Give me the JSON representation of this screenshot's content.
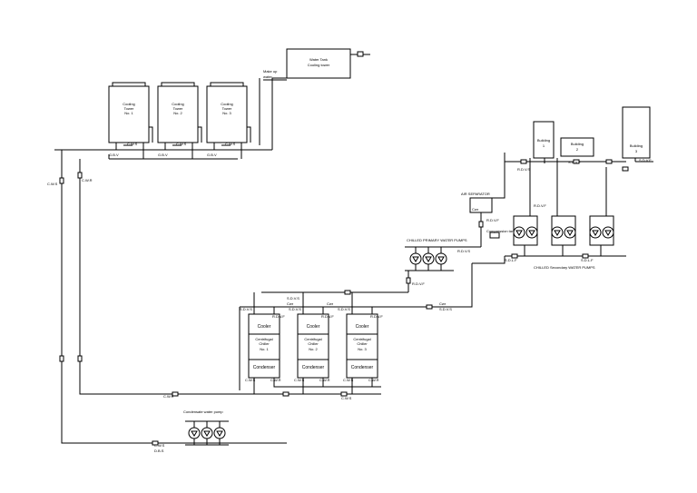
{
  "cooling_towers": [
    {
      "line1": "Cooling",
      "line2": "Tower",
      "line3": "No. 1",
      "supply_tag": "C.W.S",
      "valve_tag": "G.B.V"
    },
    {
      "line1": "Cooling",
      "line2": "Tower",
      "line3": "No. 2",
      "supply_tag": "C.W.S",
      "valve_tag": "G.B.V"
    },
    {
      "line1": "Cooling",
      "line2": "Tower",
      "line3": "No. 3",
      "supply_tag": "C.W.S",
      "valve_tag": "G.B.V"
    }
  ],
  "water_tank": {
    "line1": "Water Tank",
    "line2": "Cooling tower"
  },
  "make_up": {
    "line1": "Make up",
    "line2": "water"
  },
  "riser_tags": {
    "left_outer": "C.W.S",
    "left_inner": "C.W.R"
  },
  "chillers": [
    {
      "cooler": "Cooler",
      "kind1": "Centrifugal",
      "kind2": "Chiller",
      "no": "No. 1",
      "condenser": "Condenser",
      "top_left_tag": "S.D.V.S",
      "top_right_tag": "R.D.V.F",
      "bottom_left_tag": "C.W.S",
      "bottom_right_tag": "C.W.R"
    },
    {
      "cooler": "Cooler",
      "kind1": "Centrifugal",
      "kind2": "Chiller",
      "no": "No. 2",
      "condenser": "Condenser",
      "top_left_tag": "S.D.V.S",
      "top_right_tag": "R.D.V.F",
      "bottom_left_tag": "C.W.S",
      "bottom_right_tag": "C.W.R"
    },
    {
      "cooler": "Cooler",
      "kind1": "Centrifugal",
      "kind2": "Chiller",
      "no": "No. 3",
      "condenser": "Condenser",
      "top_left_tag": "S.D.V.S",
      "top_right_tag": "R.D.V.F",
      "bottom_left_tag": "C.W.S",
      "bottom_right_tag": "C.W.R"
    }
  ],
  "primary_pumps_label": "CHILLED PRIMARY WATER PUMPS",
  "secondary_pumps_label": "CHILLED Secondary WATER PUMPS",
  "condensate_pumps_label": "Condensate water pump",
  "air_separator": "AIR SEPARATOR",
  "compression_tank": "Compression tank",
  "buildings": [
    {
      "name": "Building",
      "no": "1"
    },
    {
      "name": "Building",
      "no": "2"
    },
    {
      "name": "Building",
      "no": "3"
    }
  ],
  "pipe_tags": {
    "header_top": "S.D.V.S",
    "header_top_b": "Cwr",
    "header_top_c": "Cwr",
    "header_right": "Cwr",
    "header_right_b": "S.D.V.S",
    "primary_valve": "R.D.V.F",
    "primary_in": "R.D.V.S",
    "air_sep_tag": "R.D.V.F",
    "chw_supply": "R.D.V.S",
    "chw_cwr": "Cwr",
    "bldg_branch": "R.D.V.F",
    "bldg_top": "S.D.V.F",
    "bldg_right": "S.D.V.F",
    "sec_left": "S.D.L.F",
    "sec_mid": "S.D.L.F",
    "cond_return": "C.W.R",
    "cond_supply": "C.W.S",
    "cond_bottom": "C.W.S",
    "cond_bottom2": "D.B.S"
  }
}
